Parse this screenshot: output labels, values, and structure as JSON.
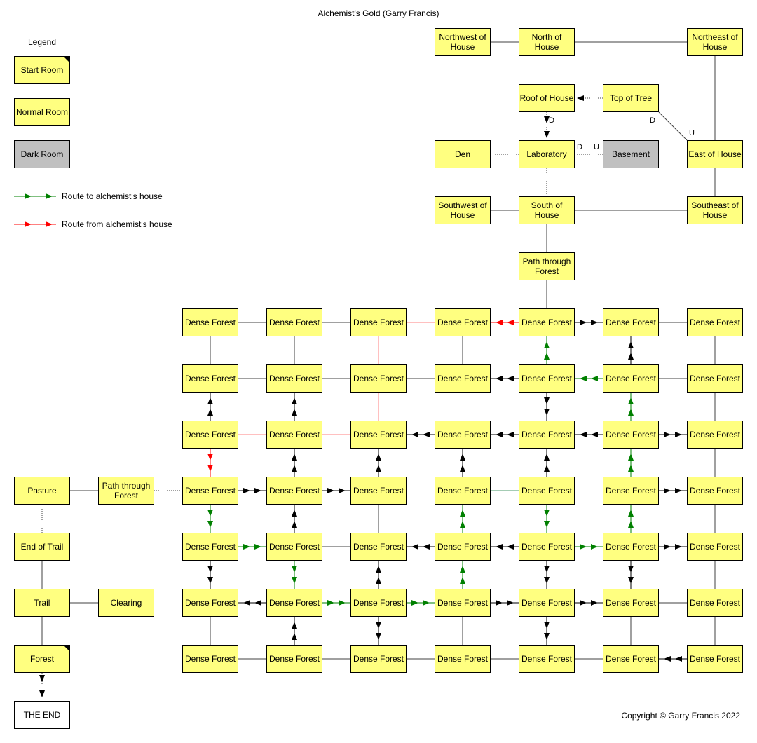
{
  "title": "Alchemist's Gold (Garry Francis)",
  "copyright": "Copyright © Garry Francis 2022",
  "legend": {
    "heading": "Legend",
    "start_room": "Start Room",
    "normal_room": "Normal Room",
    "dark_room": "Dark Room",
    "route_to": "Route to alchemist's house",
    "route_from": "Route from alchemist's house"
  },
  "colors": {
    "room": "#ffff80",
    "dark_room": "#c0c0c0",
    "route_to": "#008000",
    "route_from": "#ff0000",
    "line": "#404040"
  },
  "rooms": [
    {
      "id": "nw_house",
      "label": "Northwest of House"
    },
    {
      "id": "n_house",
      "label": "North of House"
    },
    {
      "id": "ne_house",
      "label": "Northeast of House"
    },
    {
      "id": "roof",
      "label": "Roof of House"
    },
    {
      "id": "tree",
      "label": "Top of Tree"
    },
    {
      "id": "den",
      "label": "Den"
    },
    {
      "id": "lab",
      "label": "Laboratory"
    },
    {
      "id": "basement",
      "label": "Basement",
      "type": "dark"
    },
    {
      "id": "e_house",
      "label": "East of House"
    },
    {
      "id": "sw_house",
      "label": "Southwest of House"
    },
    {
      "id": "s_house",
      "label": "South of House"
    },
    {
      "id": "se_house",
      "label": "Southeast of House"
    },
    {
      "id": "path1",
      "label": "Path through Forest"
    },
    {
      "id": "pasture",
      "label": "Pasture"
    },
    {
      "id": "path2",
      "label": "Path through Forest"
    },
    {
      "id": "eot",
      "label": "End of Trail"
    },
    {
      "id": "trail",
      "label": "Trail"
    },
    {
      "id": "clearing",
      "label": "Clearing"
    },
    {
      "id": "forest",
      "label": "Forest",
      "type": "start"
    },
    {
      "id": "end",
      "label": "THE END",
      "type": "end"
    }
  ],
  "dense_forest_label": "Dense Forest",
  "direction_labels": [
    "D",
    "D",
    "U",
    "D",
    "U"
  ]
}
